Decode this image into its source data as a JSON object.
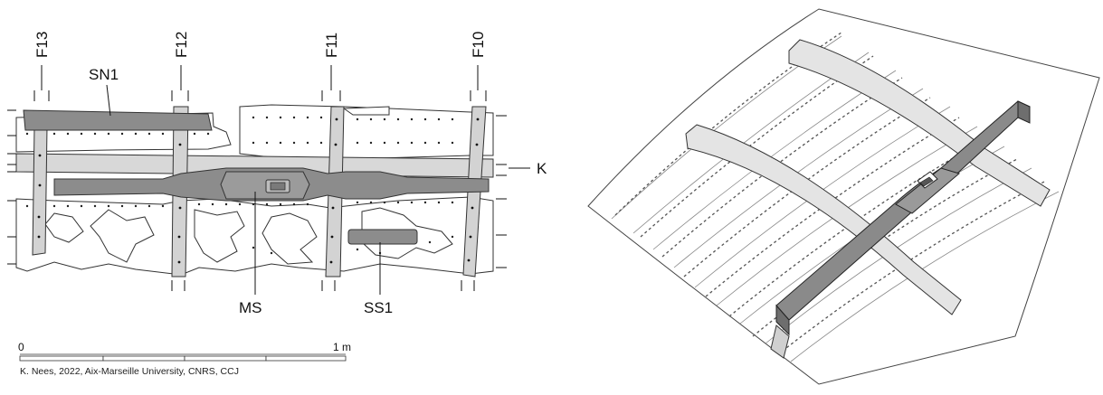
{
  "plan": {
    "frame_labels": [
      "F13",
      "F12",
      "F11",
      "F10"
    ],
    "timber_labels": {
      "side_stringer": "SN1",
      "mast_step": "MS",
      "side_stringer_2": "SS1",
      "keelson": "K"
    }
  },
  "scale_bar": {
    "start": "0",
    "end": "1 m"
  },
  "credit": "K. Nees, 2022, Aix-Marseille University, CNRS, CCJ",
  "colors": {
    "frame_fill": "#d3d3d3",
    "dark_timber": "#8c8c8c",
    "iso_dark": "#8a8a8a",
    "iso_light": "#e4e4e4",
    "outline": "#333333"
  }
}
